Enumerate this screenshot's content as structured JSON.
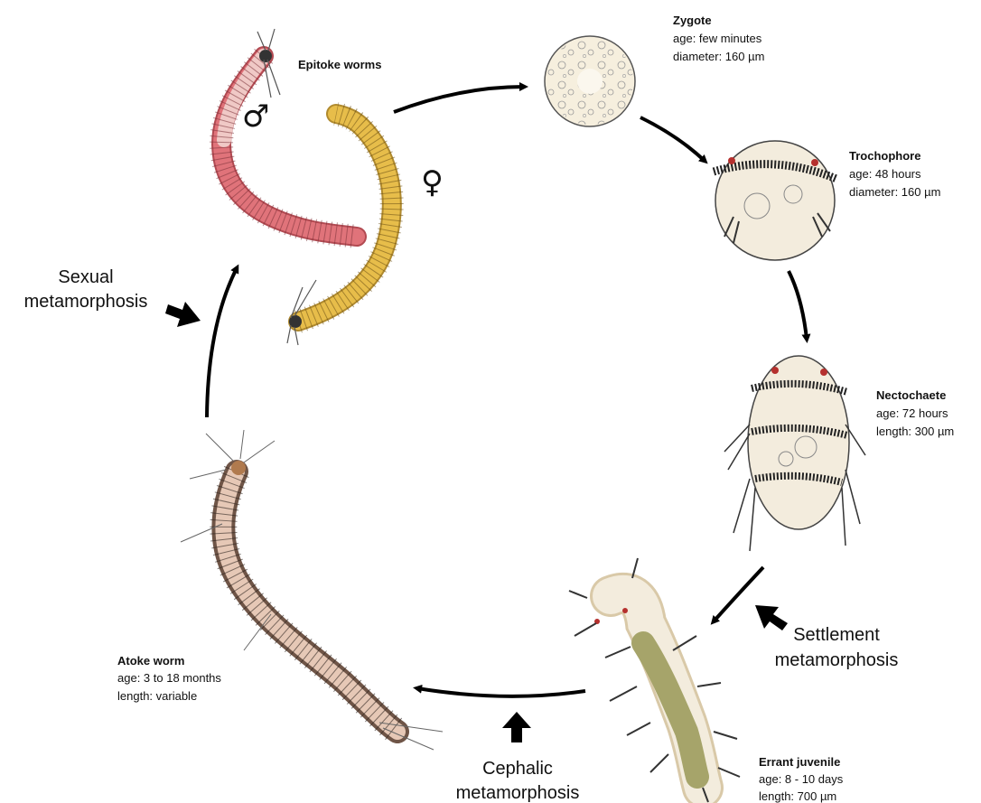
{
  "stages": {
    "epitoke": {
      "title": "Epitoke worms"
    },
    "zygote": {
      "title": "Zygote",
      "line1": "age: few minutes",
      "line2": "diameter: 160 µm"
    },
    "trochophore": {
      "title": "Trochophore",
      "line1": "age: 48 hours",
      "line2": "diameter: 160 µm"
    },
    "nectochaete": {
      "title": "Nectochaete",
      "line1": "age: 72 hours",
      "line2": "length: 300 µm"
    },
    "errant": {
      "title": "Errant juvenile",
      "line1": "age: 8 - 10 days",
      "line2": "length: 700 µm"
    },
    "atoke": {
      "title": "Atoke worm",
      "line1": "age: 3 to 18 months",
      "line2": "length: variable"
    }
  },
  "symbols": {
    "male": "♂",
    "female": "♀"
  },
  "transitions": {
    "sexual": {
      "line1": "Sexual",
      "line2": "metamorphosis"
    },
    "settlement": {
      "line1": "Settlement",
      "line2": "metamorphosis"
    },
    "cephalic": {
      "line1": "Cephalic",
      "line2": "metamorphosis"
    }
  },
  "colors": {
    "male_worm": "#e0737a",
    "female_worm": "#e7bd4a",
    "larva_body": "#f3ecdd",
    "juvenile_gut": "#a6a46a",
    "atoke_body": "#e6c8b6",
    "arrow": "#000000"
  }
}
